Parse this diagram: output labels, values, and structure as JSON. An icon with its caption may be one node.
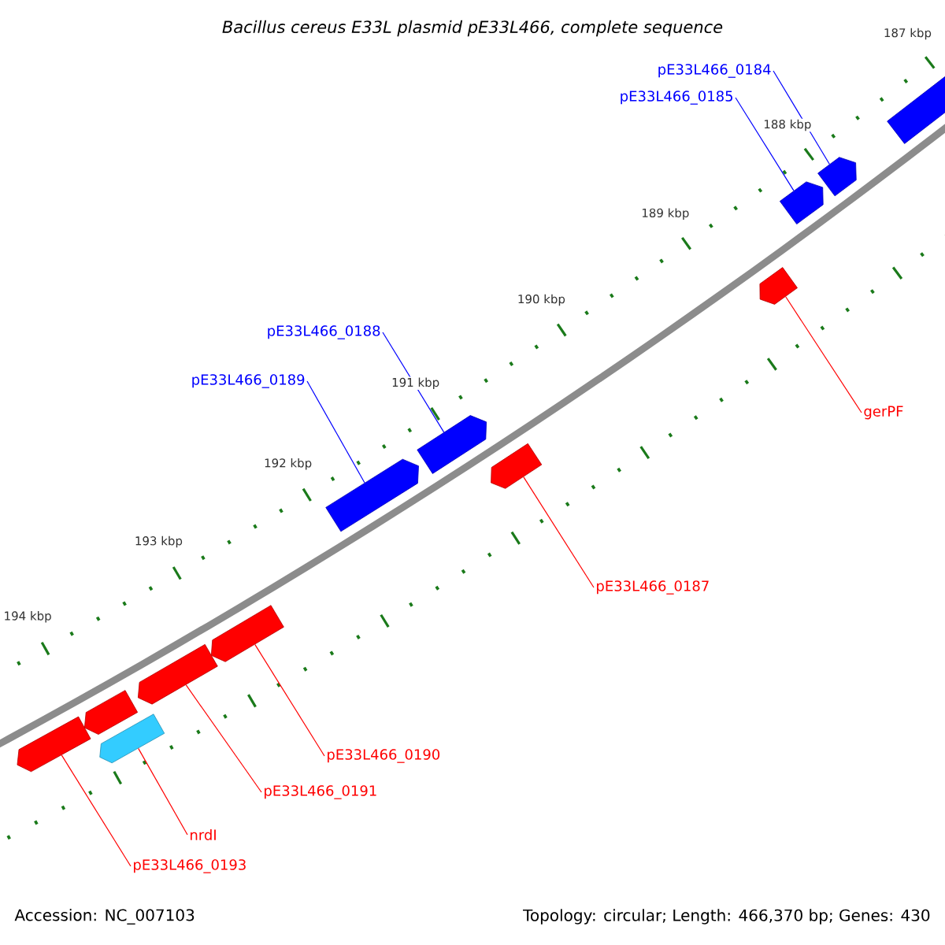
{
  "diagram": {
    "title": "Bacillus cereus E33L plasmid pE33L466, complete sequence",
    "nodes": [
      {
        "text": [
          "pE33L466_0184"
        ]
      },
      {
        "text": [
          "pE33L466_0185"
        ]
      },
      {
        "text": [
          "pE33L466_0188"
        ]
      },
      {
        "text": [
          "pE33L466_0189"
        ]
      },
      {
        "text": [
          "gerPF"
        ]
      },
      {
        "text": [
          "pE33L466_0187"
        ]
      },
      {
        "text": [
          "pE33L466_0190"
        ]
      },
      {
        "text": [
          "pE33L466_0191"
        ]
      },
      {
        "text": [
          "nrdI"
        ]
      },
      {
        "text": [
          "pE33L466_0193"
        ]
      },
      {
        "text": [],
        "shape": "bar"
      },
      {
        "text": [],
        "shape": "bar"
      },
      {
        "text": [],
        "shape": "bar"
      },
      {
        "text": [],
        "shape": "bar"
      },
      {
        "text": [],
        "shape": "bar"
      },
      {
        "text": [],
        "shape": "bar"
      },
      {
        "text": [],
        "shape": "bar"
      },
      {
        "text": [],
        "shape": "bar"
      },
      {
        "text": [],
        "shape": "bar"
      },
      {
        "text": [],
        "shape": "bar"
      },
      {
        "text": [],
        "shape": "bar"
      },
      {
        "text": [],
        "shape": "bar"
      }
    ],
    "edges": [
      {
        "from": 0,
        "to": 11,
        "arrow": "none",
        "color": "#0000ff"
      },
      {
        "from": 1,
        "to": 12,
        "arrow": "none",
        "color": "#0000ff"
      },
      {
        "from": 2,
        "to": 15,
        "arrow": "none",
        "color": "#0000ff"
      },
      {
        "from": 3,
        "to": 16,
        "arrow": "none",
        "color": "#0000ff"
      },
      {
        "from": 4,
        "to": 13,
        "arrow": "none"
      },
      {
        "from": 5,
        "to": 14,
        "arrow": "none"
      },
      {
        "from": 6,
        "to": 17,
        "arrow": "none"
      },
      {
        "from": 7,
        "to": 18,
        "arrow": "none"
      },
      {
        "from": 8,
        "to": 19,
        "arrow": "none"
      },
      {
        "from": 9,
        "to": 21,
        "arrow": "none"
      }
    ],
    "labels": [
      "187 kbp",
      "188 kbp",
      "189 kbp",
      "190 kbp",
      "191 kbp",
      "192 kbp",
      "193 kbp",
      "194 kbp",
      "Accession: NC_007103",
      "Topology: circular; Length: 466,370 bp; Genes: 430"
    ]
  }
}
